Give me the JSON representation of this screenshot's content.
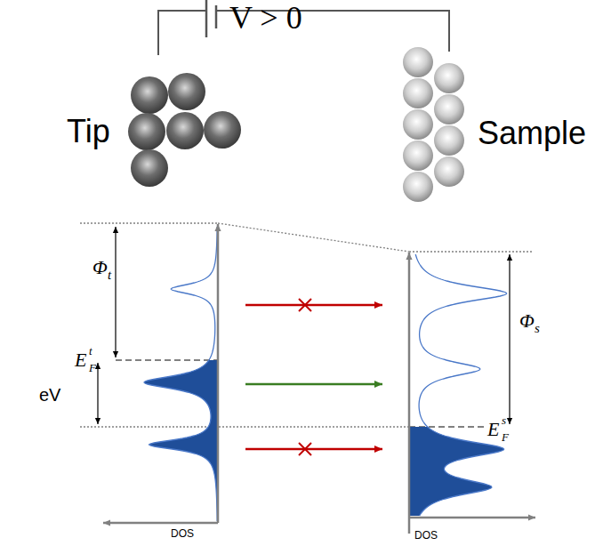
{
  "diagram": {
    "labels": [
      "V > 0",
      "Tip",
      "Sample",
      "Φ",
      "t",
      "E",
      "F",
      "t",
      "eV",
      "Φ",
      "s",
      "E",
      "F",
      "s",
      "DOS",
      "DOS"
    ]
  }
}
